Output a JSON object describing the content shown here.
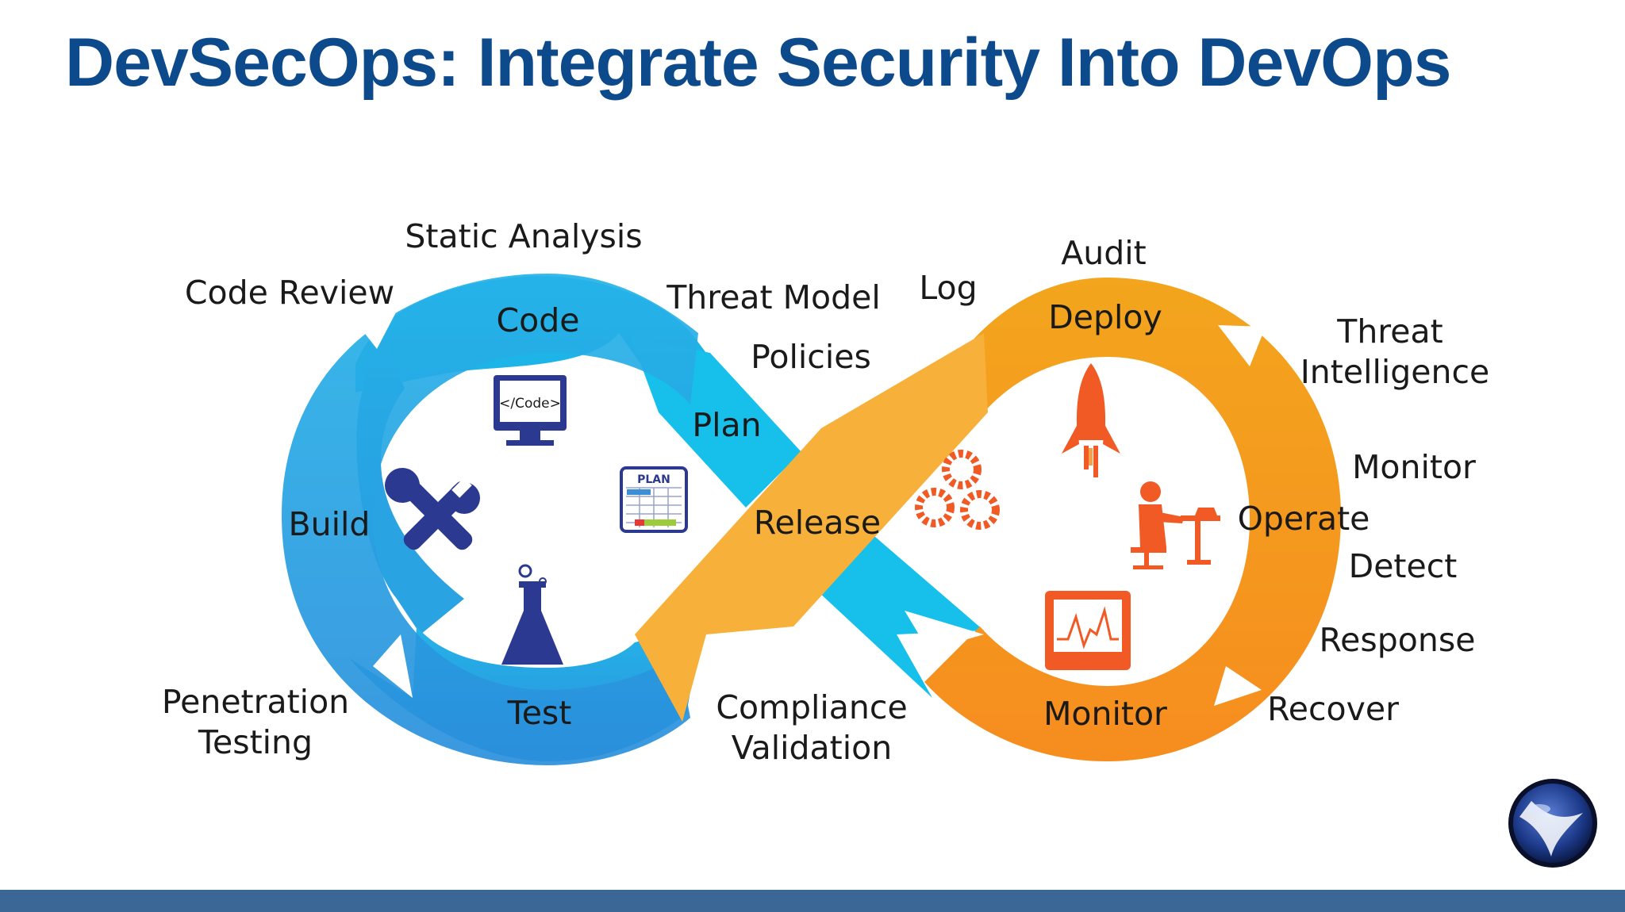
{
  "title": "DevSecOps: Integrate Security Into DevOps",
  "colors": {
    "title": "#0d4a8c",
    "dev_blue": "#29abe2",
    "dev_light_blue": "#17c0ea",
    "ops_orange": "#f5a21c",
    "ops_light_orange": "#f7b240",
    "icon_navy": "#2b3990",
    "icon_orange": "#f15a24",
    "footer": "#3b6797"
  },
  "dev_loop": {
    "stages": {
      "plan": "Plan",
      "code": "Code",
      "build": "Build",
      "test": "Test"
    },
    "icons": [
      "code-monitor-icon",
      "plan-sheet-icon",
      "tools-icon",
      "flask-icon"
    ],
    "icon_text": {
      "code": "</Code>",
      "plan": "PLAN"
    }
  },
  "ops_loop": {
    "stages": {
      "release": "Release",
      "deploy": "Deploy",
      "operate": "Operate",
      "monitor": "Monitor"
    },
    "icons": [
      "gears-icon",
      "rocket-icon",
      "operator-desk-icon",
      "monitor-chart-icon"
    ]
  },
  "practices": {
    "static_analysis": "Static Analysis",
    "code_review": "Code Review",
    "threat_model": "Threat Model",
    "policies": "Policies",
    "penetration": "Penetration",
    "testing": "Testing",
    "compliance": "Compliance",
    "validation": "Validation",
    "log": "Log",
    "audit": "Audit",
    "threat": "Threat",
    "intelligence": "Intelligence",
    "monitor": "Monitor",
    "detect": "Detect",
    "response": "Response",
    "recover": "Recover"
  },
  "logo": "owasp-wasp-logo"
}
